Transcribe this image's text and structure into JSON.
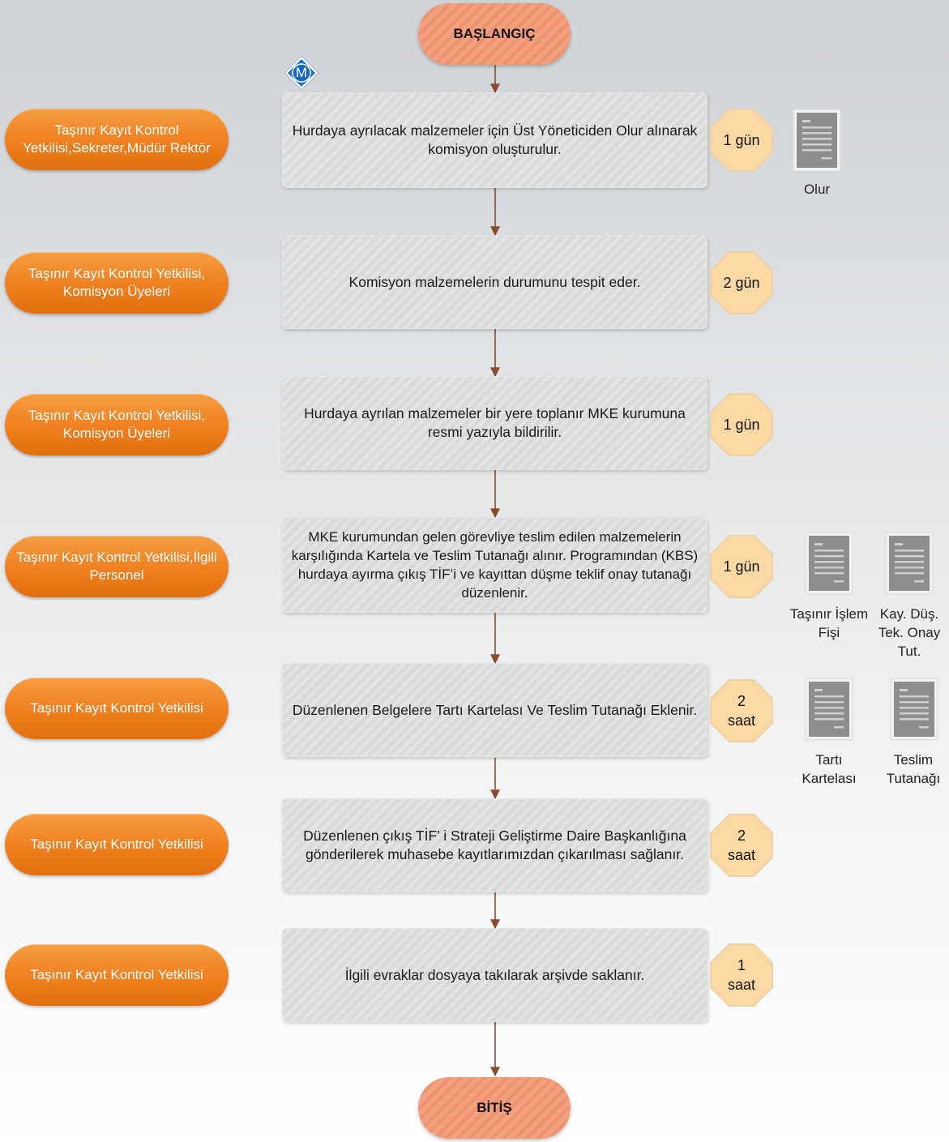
{
  "start_label": "BAŞLANGIÇ",
  "end_label": "BİTİŞ",
  "marker_label": "M",
  "steps": [
    {
      "role": "Taşınır Kayıt Kontrol Yetkilisi,Sekreter,Müdür Rektör",
      "text": "Hurdaya ayrılacak malzemeler için Üst Yöneticiden Olur alınarak komisyon oluşturulur.",
      "duration": "1 gün"
    },
    {
      "role": "Taşınır Kayıt Kontrol Yetkilisi, Komisyon Üyeleri",
      "text": "Komisyon malzemelerin durumunu tespit eder.",
      "duration": "2 gün"
    },
    {
      "role": "Taşınır Kayıt Kontrol Yetkilisi, Komisyon Üyeleri",
      "text": "Hurdaya ayrılan malzemeler bir yere toplanır MKE kurumuna resmi yazıyla bildirilir.",
      "duration": "1 gün"
    },
    {
      "role": "Taşınır Kayıt Kontrol Yetkilisi,İlgili Personel",
      "text": "MKE kurumundan gelen görevliye teslim edilen malzemelerin karşılığında Kartela ve Teslim Tutanağı alınır. Programından (KBS) hurdaya ayırma çıkış TİF’i ve kayıttan düşme teklif onay tutanağı düzenlenir.",
      "duration": "1 gün"
    },
    {
      "role": "Taşınır Kayıt Kontrol Yetkilisi",
      "text": "Düzenlenen Belgelere Tartı Kartelası Ve Teslim Tutanağı Eklenir.",
      "duration": "2 saat"
    },
    {
      "role": "Taşınır Kayıt Kontrol Yetkilisi",
      "text": "Düzenlenen çıkış TİF’ i Strateji Geliştirme Daire Başkanlığına gönderilerek muhasebe kayıtlarımızdan çıkarılması sağlanır.",
      "duration": "2 saat"
    },
    {
      "role": "Taşınır Kayıt Kontrol Yetkilisi",
      "text": "İlgili evraklar dosyaya takılarak arşivde saklanır.",
      "duration": "1 saat"
    }
  ],
  "documents": [
    {
      "label": "Olur",
      "icon": "document-icon"
    },
    {
      "label": "Taşınır İşlem Fişi",
      "icon": "document-icon"
    },
    {
      "label": "Kay. Düş. Tek. Onay Tut.",
      "icon": "document-icon"
    },
    {
      "label": "Tartı Kartelası",
      "icon": "document-icon"
    },
    {
      "label": "Teslim Tutanağı",
      "icon": "document-icon"
    }
  ],
  "colors": {
    "terminal": "#f3a07f",
    "role": "#ef7f1f",
    "process": "#dcdddc",
    "duration": "#fcd9a2",
    "arrow": "#8b4a2b",
    "marker": "#1469c4"
  }
}
